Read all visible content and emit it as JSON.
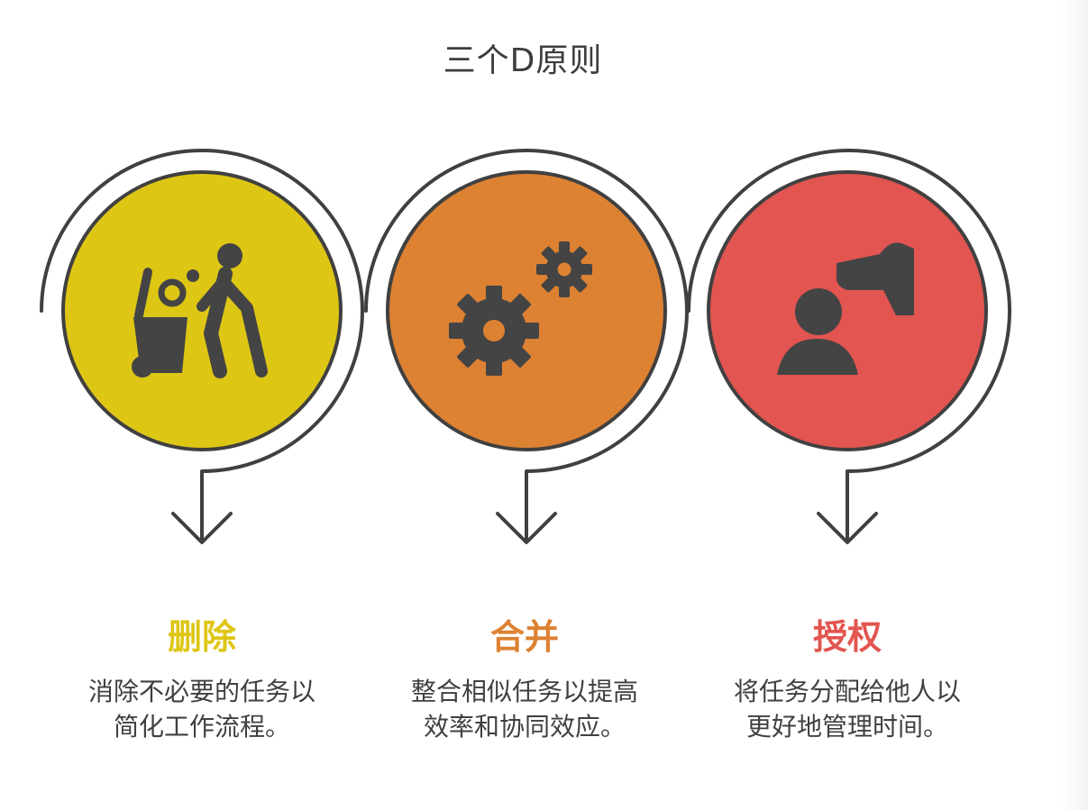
{
  "title": "三个D原则",
  "colors": {
    "delete": "#DEC615",
    "combine": "#DD8132",
    "delegate": "#E25550",
    "outline": "#404040",
    "icon": "#444444"
  },
  "steps": [
    {
      "label": "删除",
      "desc_line1": "消除不必要的任务以",
      "desc_line2": "简化工作流程。",
      "icon": "trash-disposal-icon"
    },
    {
      "label": "合并",
      "desc_line1": "整合相似任务以提高",
      "desc_line2": "效率和协同效应。",
      "icon": "gears-icon"
    },
    {
      "label": "授权",
      "desc_line1": "将任务分配给他人以",
      "desc_line2": "更好地管理时间。",
      "icon": "hand-over-person-icon"
    }
  ]
}
